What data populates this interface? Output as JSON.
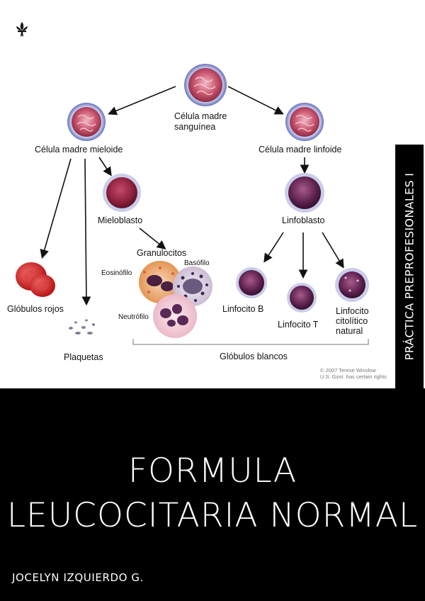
{
  "sidebar_text": "PRÁCTICA PREPROFESIONALES I",
  "title_line1": "FORMULA",
  "title_line2": "LEUCOCITARIA NORMAL",
  "author": "JOCELYN IZQUIERDO G.",
  "diagram": {
    "stem_cell": [
      "Célula madre",
      "sanguínea"
    ],
    "myeloid": "Célula madre mieloide",
    "lymphoid": "Célula madre linfoide",
    "myeloblast": "Mieloblasto",
    "lymphoblast": "Linfoblasto",
    "granulocytes": "Granulocitos",
    "eosinophil": "Eosinófilo",
    "basophil": "Basófilo",
    "neutrophil": "Neutrófilo",
    "rbc": "Glóbulos rojos",
    "platelets": "Plaquetas",
    "b_cell": "Linfocito B",
    "t_cell": "Linfocito T",
    "nk": [
      "Linfocito",
      "citolítico",
      "natural"
    ],
    "wbc": "Glóbulos blancos",
    "copyright": [
      "© 2007 Terese Winslow",
      "U.S. Govt. has certain rights"
    ]
  }
}
